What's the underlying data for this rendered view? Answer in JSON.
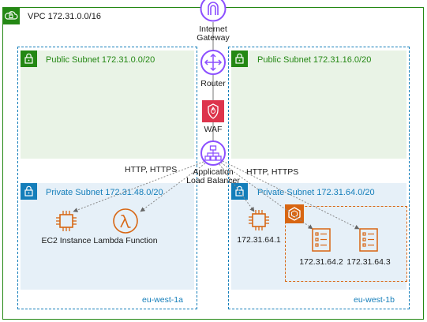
{
  "vpc": {
    "label": "VPC 172.31.0.0/16",
    "accent": "#248814"
  },
  "internet_gateway": {
    "label_line1": "Internet",
    "label_line2": "Gateway"
  },
  "router": {
    "label": "Router"
  },
  "waf": {
    "label": "WAF",
    "color": "#dd344c"
  },
  "alb": {
    "label_line1": "Application",
    "label_line2": "Load Balancer",
    "color": "#8c4fff"
  },
  "http_left": "HTTP, HTTPS",
  "http_right": "HTTP, HTTPS",
  "az_a": {
    "name": "eu-west-1a",
    "public_subnet": "Public Subnet 172.31.0.0/20",
    "private_subnet": "Private Subnet 172.31.48.0/20",
    "nodes": [
      {
        "label": "EC2 Instance",
        "icon": "ec2-instance-icon"
      },
      {
        "label": "Lambda Function",
        "icon": "lambda-icon"
      }
    ]
  },
  "az_b": {
    "name": "eu-west-1b",
    "public_subnet": "Public Subnet 172.31.16.0/20",
    "private_subnet": "Private Subnet 172.31.64.0/20",
    "nodes": [
      {
        "label": "172.31.64.1",
        "icon": "ec2-instance-icon"
      },
      {
        "label": "172.31.64.2",
        "icon": "server-icon"
      },
      {
        "label": "172.31.64.3",
        "icon": "server-icon"
      }
    ]
  },
  "colors": {
    "public": "#248814",
    "private": "#147eba",
    "compute": "#d86613",
    "vpc": "#248814"
  }
}
